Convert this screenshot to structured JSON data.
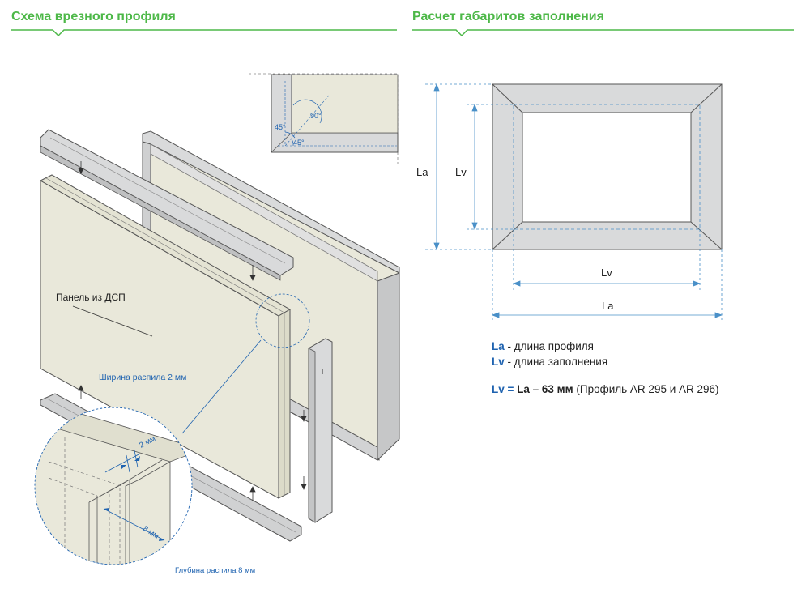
{
  "headings": {
    "left": "Схема врезного профиля",
    "right": "Расчет габаритов заполнения"
  },
  "left_diagram": {
    "panel_label": "Панель из ДСП",
    "cut_width_label": "Ширина распила 2 мм",
    "cut_depth_label": "Глубина распила 8 мм",
    "dim_2mm": "2 мм",
    "dim_8mm": "8 мм",
    "corner_angle_90": "90°",
    "corner_angle_45a": "45°",
    "corner_angle_45b": "45°"
  },
  "right_diagram": {
    "dim_la_vertical": "La",
    "dim_lv_vertical": "Lv",
    "dim_lv_horizontal": "Lv",
    "dim_la_horizontal": "La"
  },
  "legend": {
    "la_symbol": "La",
    "la_text": " - длина профиля",
    "lv_symbol": "Lv",
    "lv_text": " - длина заполнения",
    "formula_lhs": "Lv = ",
    "formula_rhs": "La – 63 мм",
    "formula_note": " (Профиль AR 295 и AR 296)"
  },
  "colors": {
    "accent_green": "#4db848",
    "dimension_blue": "#1f63b0",
    "panel_fill": "#e9e8da",
    "profile_fill": "#d9dadb"
  }
}
